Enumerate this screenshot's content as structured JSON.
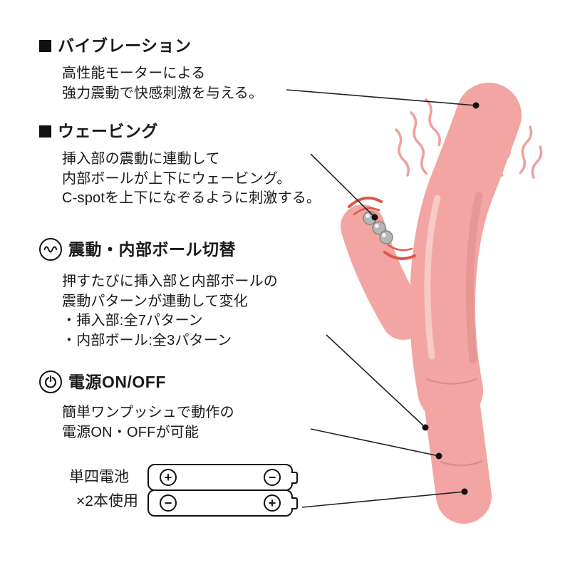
{
  "sections": [
    {
      "id": "vibration",
      "icon": "black-square-bullet",
      "heading": "バイブレーション",
      "body_lines": [
        "高性能モーターによる",
        "強力震動で快感刺激を与える。"
      ]
    },
    {
      "id": "waving",
      "icon": "black-square-bullet",
      "heading": "ウェービング",
      "body_lines": [
        "挿入部の震動に連動して",
        "内部ボールが上下にウェービング。",
        "C-spotを上下になぞるように刺激する。"
      ]
    },
    {
      "id": "pattern-switch",
      "icon": "sine-wave-icon",
      "heading": "震動・内部ボール切替",
      "body_lines": [
        "押すたびに挿入部と内部ボールの",
        "震動パターンが連動して変化",
        "・挿入部:全7パターン",
        "・内部ボール:全3パターン"
      ]
    },
    {
      "id": "power",
      "icon": "power-icon",
      "heading": "電源ON/OFF",
      "body_lines": [
        "簡単ワンプッシュで動作の",
        "電源ON・OFFが可能"
      ]
    }
  ],
  "battery": {
    "label_line1": "単四電池",
    "label_line2": "×2本使用",
    "rows": [
      {
        "left": "+",
        "right": "−"
      },
      {
        "left": "−",
        "right": "+"
      }
    ]
  },
  "colors": {
    "product_pink": "#f2a5a2",
    "seam_pink": "#dc8d89",
    "squiggle_pink": "#efa09c",
    "accent_red": "#e25549",
    "bead_gray": "#b6b6b6",
    "text": "#1a1a1a"
  }
}
